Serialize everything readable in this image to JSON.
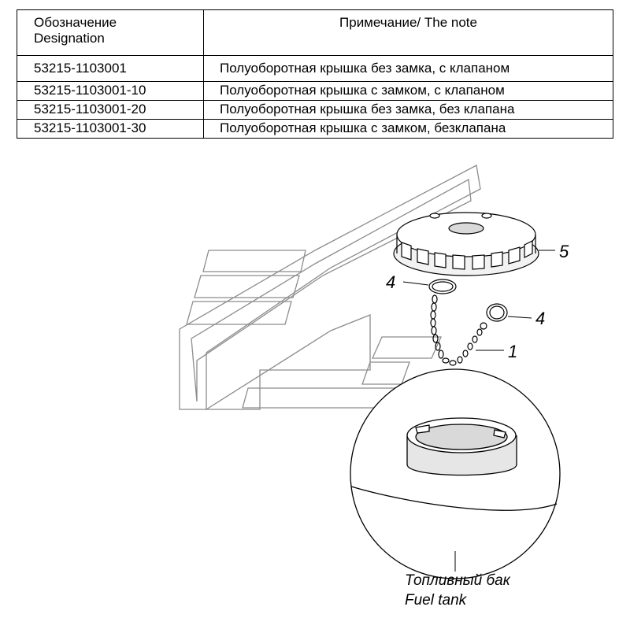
{
  "table": {
    "header": {
      "designation_ru": "Обозначение",
      "designation_en": "Designation",
      "note": "Примечание/ The note"
    },
    "rows": [
      {
        "designation": "53215-1103001",
        "note": "Полуоборотная крышка без замка, с клапаном"
      },
      {
        "designation": "53215-1103001-10",
        "note": "Полуоборотная крышка с замком, с клапаном"
      },
      {
        "designation": "53215-1103001-20",
        "note": "Полуоборотная крышка без замка, без клапана"
      },
      {
        "designation": "53215-1103001-30",
        "note": "Полуоборотная крышка с замком, безклапана"
      }
    ]
  },
  "callouts": {
    "cap": "5",
    "ring_left": "4",
    "ring_right": "4",
    "chain": "1"
  },
  "caption": {
    "ru": "Топливный бак",
    "en": "Fuel tank"
  },
  "colors": {
    "line": "#000000",
    "logo_gray": "#8c8c8c",
    "shade": "#d9d9d9"
  }
}
